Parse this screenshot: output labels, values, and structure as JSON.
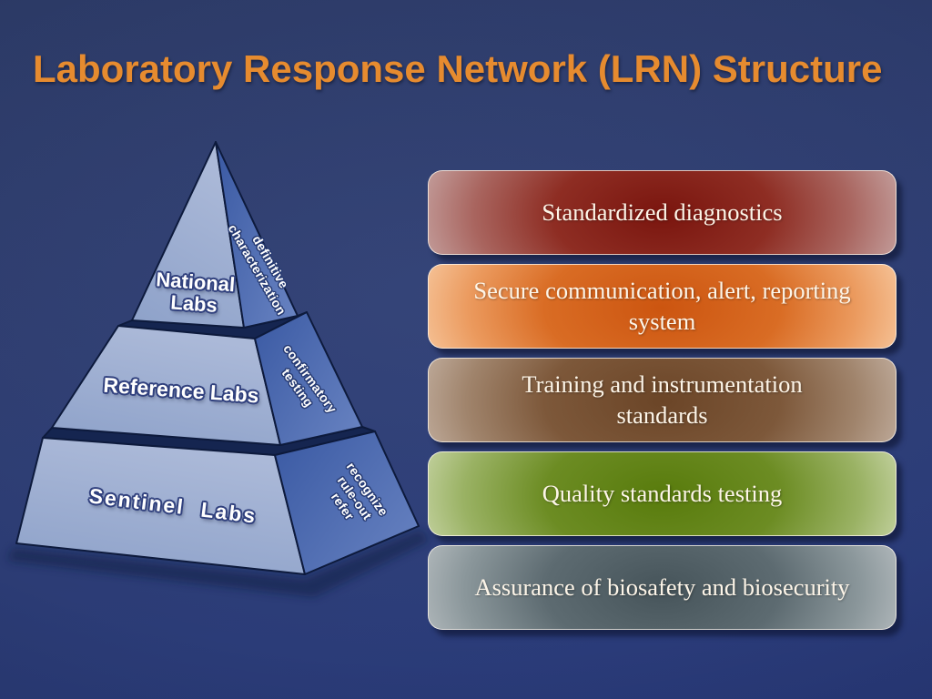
{
  "slide": {
    "title": "Laboratory Response Network (LRN) Structure",
    "title_color": "#e68b2f",
    "background_color": "#2c3b70"
  },
  "pyramid": {
    "colors": {
      "front_face": "#9fb0d2",
      "side_face": "#4a69ae",
      "outline": "#0d1a3c",
      "gap_shadow": "#152550"
    },
    "tiers": [
      {
        "name": "national",
        "front_lines": [
          "National",
          "Labs"
        ],
        "side_lines": [
          "definitive",
          "characterization"
        ]
      },
      {
        "name": "reference",
        "front_lines": [
          "Reference Labs"
        ],
        "side_lines": [
          "confirmatory",
          "testing"
        ]
      },
      {
        "name": "sentinel",
        "front_lines": [
          "Sentinel Labs"
        ],
        "side_lines": [
          "recognize",
          "rule-out",
          "refer"
        ]
      }
    ]
  },
  "boxes": [
    {
      "lines": [
        "Standardized diagnostics"
      ],
      "center_color": "#7a150e",
      "edge_color": "#c9abaa"
    },
    {
      "lines": [
        "Secure communication, alert, reporting",
        "system"
      ],
      "center_color": "#cc5510",
      "edge_color": "#f8cda6"
    },
    {
      "lines": [
        "Training and instrumentation",
        "standards"
      ],
      "center_color": "#6b4527",
      "edge_color": "#c6b4a6"
    },
    {
      "lines": [
        "Quality standards testing"
      ],
      "center_color": "#587b0c",
      "edge_color": "#cdd9ae"
    },
    {
      "lines": [
        "Assurance of biosafety and biosecurity"
      ],
      "center_color": "#46545a",
      "edge_color": "#bac0c3"
    }
  ]
}
